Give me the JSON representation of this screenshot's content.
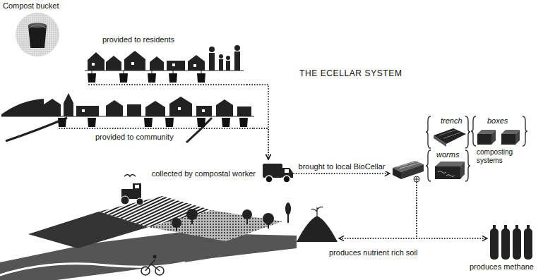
{
  "diagram": {
    "title": "THE ECELLAR SYSTEM",
    "nodes": [
      {
        "text": [
          "Compost bucket"
        ]
      },
      {
        "text": [
          "provided to residents"
        ]
      },
      {
        "text": [
          "provided to community"
        ]
      },
      {
        "text": [
          "collected by compostal worker"
        ]
      },
      {
        "text": [
          "composting systems"
        ]
      },
      {
        "text": [
          "trench"
        ],
        "in": 4
      },
      {
        "text": [
          "boxes"
        ],
        "in": 4
      },
      {
        "text": [
          "worms"
        ],
        "in": 4
      },
      {
        "text": [
          "produces nutrient rich soil"
        ]
      },
      {
        "text": [
          "produces methane"
        ]
      }
    ],
    "edges": [
      {
        "from": 1,
        "to": 3,
        "arrow": "to"
      },
      {
        "from": 2,
        "to": 3,
        "arrow": "to"
      },
      {
        "from": 3,
        "to": 4,
        "label": "brought to local BioCellar",
        "arrow": "to"
      },
      {
        "from": 4,
        "to": 8,
        "arrow": "to"
      },
      {
        "from": 4,
        "to": 9,
        "arrow": "to"
      }
    ]
  }
}
